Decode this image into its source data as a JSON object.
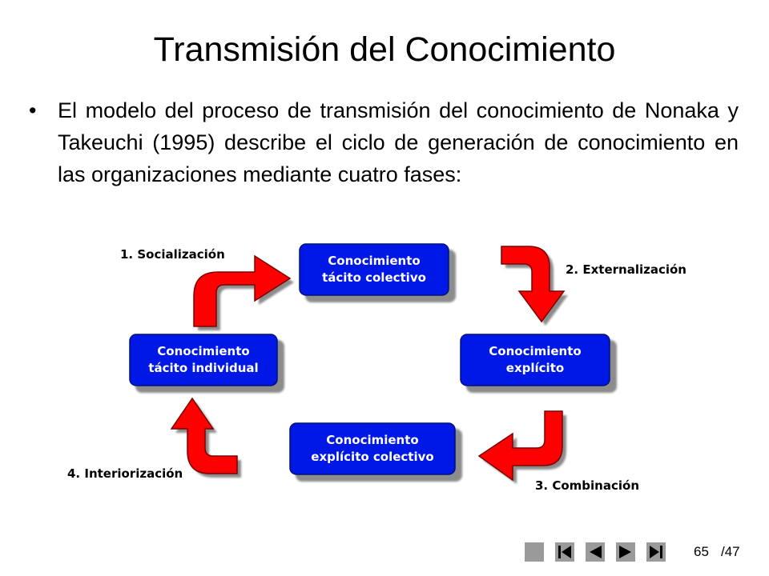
{
  "slide": {
    "title": "Transmisión del Conocimiento",
    "bullet_symbol": "•",
    "bullet_text": "El modelo del proceso de transmisión del conocimiento de Nonaka y Takeuchi (1995) describe el ciclo de generación de conocimiento en las organizaciones mediante cuatro fases:"
  },
  "diagram": {
    "colors": {
      "box": "#0018e6",
      "arrow": "#ff0000",
      "shadow": "#8c8c8c"
    },
    "boxes": {
      "tacito_colectivo": {
        "line1": "Conocimiento",
        "line2": "tácito colectivo"
      },
      "explicito": {
        "line1": "Conocimiento",
        "line2": "explícito"
      },
      "explicito_colectivo": {
        "line1": "Conocimiento",
        "line2": "explícito colectivo"
      },
      "tacito_individual": {
        "line1": "Conocimiento",
        "line2": "tácito individual"
      }
    },
    "phases": {
      "socializacion": "1. Socialización",
      "externalizacion": "2. Externalización",
      "combinacion": "3. Combinación",
      "interiorizacion": "4. Interiorización"
    }
  },
  "footer": {
    "page_number": "65",
    "page_total": "/47",
    "nav_icons": [
      "blank-icon",
      "first-page-icon",
      "previous-page-icon",
      "next-page-icon",
      "last-page-icon"
    ]
  }
}
